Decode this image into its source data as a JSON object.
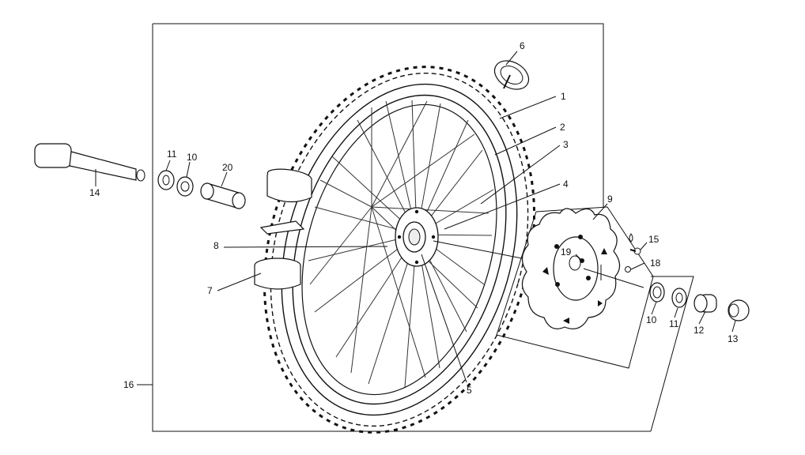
{
  "callouts": {
    "c1": "1",
    "c2": "2",
    "c3": "3",
    "c4": "4",
    "c5": "5",
    "c6": "6",
    "c7": "7",
    "c8": "8",
    "c9": "9",
    "c10a": "10",
    "c10b": "10",
    "c11a": "11",
    "c11b": "11",
    "c12": "12",
    "c13": "13",
    "c14": "14",
    "c15": "15",
    "c16": "16",
    "c18": "18",
    "c19": "19",
    "c20": "20"
  }
}
